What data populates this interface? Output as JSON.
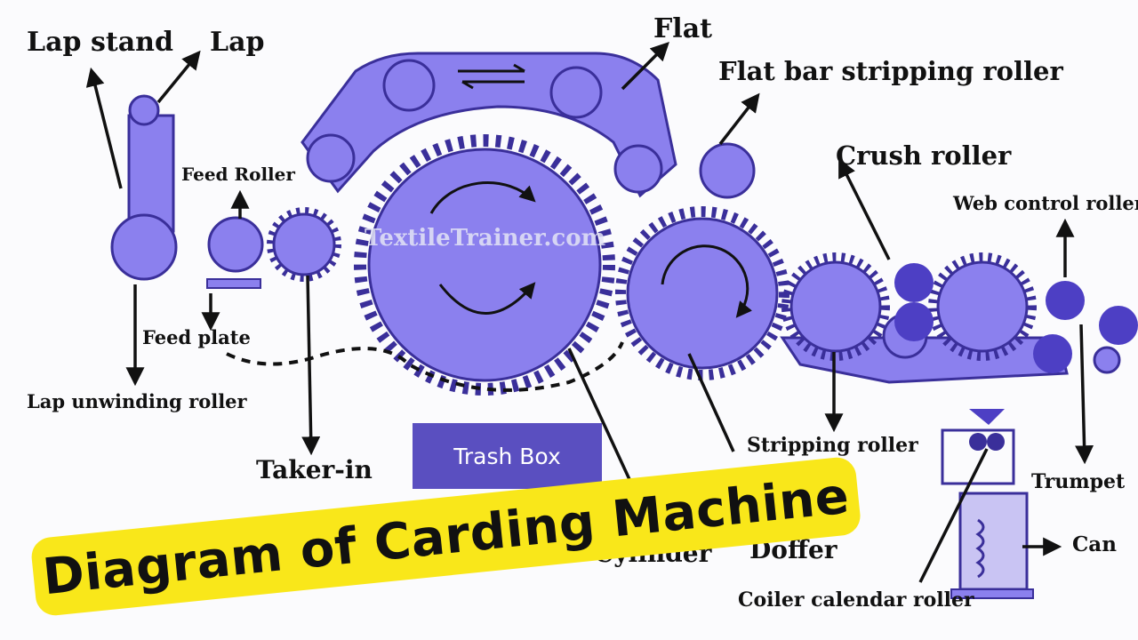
{
  "colors": {
    "machine": "#8b80ee",
    "machine_dark": "#3a2f9a",
    "trash_box": "#5a4fc0",
    "banner": "#f9e71a",
    "dots": "#4d3fc4"
  },
  "watermark": "TextileTrainer.com",
  "labels": {
    "lap_stand": "Lap stand",
    "lap": "Lap",
    "flat": "Flat",
    "flat_bar_stripping_roller": "Flat bar stripping roller",
    "feed_roller": "Feed Roller",
    "crush_roller": "Crush roller",
    "web_control_roller": "Web control roller",
    "feed_plate": "Feed plate",
    "lap_unwinding_roller": "Lap unwinding roller",
    "taker_in": "Taker-in",
    "stripping_roller": "Stripping roller",
    "trumpet": "Trumpet",
    "cylinder": "Cylinder",
    "doffer": "Doffer",
    "can": "Can",
    "coiler_calendar_roller": "Coiler calendar roller"
  },
  "trash_box_label": "Trash Box",
  "banner_title": "Diagram of Carding Machine"
}
